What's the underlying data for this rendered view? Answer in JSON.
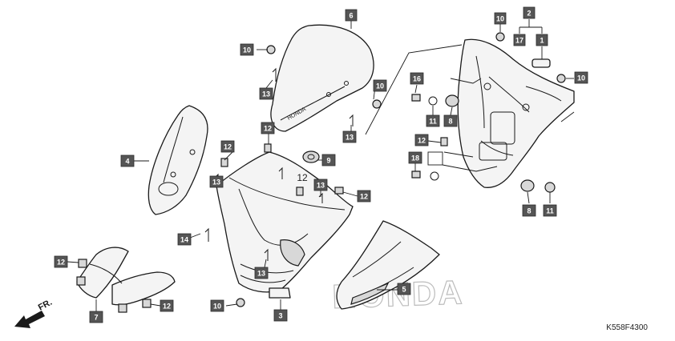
{
  "diagram": {
    "code": "K558F4300",
    "direction_label": "FR.",
    "watermark": "HONDA",
    "callouts": {
      "c6": "6",
      "c2": "2",
      "c17": "17",
      "c1": "1",
      "c10a": "10",
      "c10b": "10",
      "c10c": "10",
      "c10d": "10",
      "c10e": "10",
      "c13a": "13",
      "c13b": "13",
      "c13c": "13",
      "c13d": "13",
      "c13e": "13",
      "c12a": "12",
      "c12b": "12",
      "c12c": "12",
      "c12d": "12",
      "c12e": "12",
      "c16": "16",
      "c11a": "11",
      "c11b": "11",
      "c8a": "8",
      "c8b": "8",
      "c9": "9",
      "c18": "18",
      "c4": "4",
      "c14": "14",
      "c7": "7",
      "c3": "3",
      "c5": "5"
    },
    "plain_labels": {
      "p12": "12"
    }
  }
}
